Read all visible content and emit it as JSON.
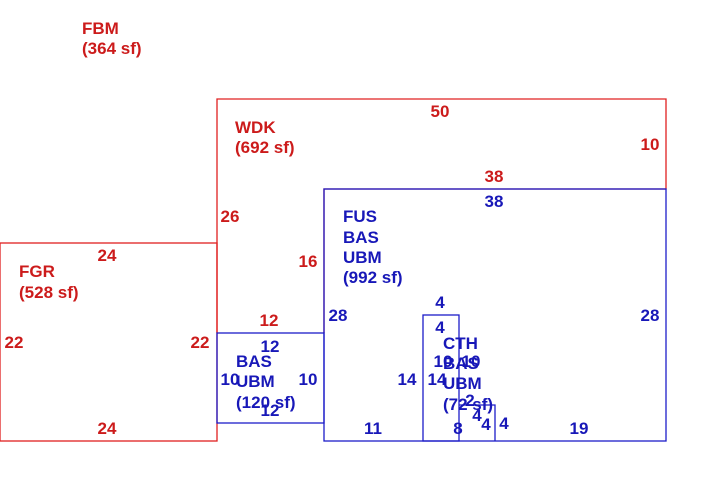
{
  "colors": {
    "red": "#cc1b1b",
    "blue": "#1818b8"
  },
  "areas": {
    "fbm": {
      "l1": "FBM",
      "l2": "(364 sf)"
    },
    "wdk": {
      "l1": "WDK",
      "l2": "(692 sf)"
    },
    "fgr": {
      "l1": "FGR",
      "l2": "(528 sf)"
    },
    "fus": {
      "l1": "FUS",
      "l2": "BAS",
      "l3": "UBM",
      "l4": "(992 sf)"
    },
    "bas": {
      "l1": "BAS",
      "l2": "UBM",
      "l3": "(120 sf)"
    },
    "cth": {
      "l1": "CTH",
      "l2": "BAS",
      "l3": "UBM",
      "l4": "(72 sf)"
    }
  },
  "dims": {
    "wdk_top": "50",
    "wdk_right": "10",
    "wdk_left": "26",
    "wdk_inner_left": "16",
    "red_38": "38",
    "red_12": "12",
    "fgr_top": "24",
    "fgr_bottom": "24",
    "fgr_left": "22",
    "fgr_right": "22",
    "blue_38": "38",
    "fus_left": "28",
    "fus_right": "28",
    "fus_bottom_11": "11",
    "fus_bottom_19": "19",
    "bas_top": "12",
    "bas_left": "10",
    "bas_right": "10",
    "bas_bottom": "12",
    "cth_4a": "4",
    "cth_4b": "4",
    "cth_14a": "14",
    "cth_14b": "14",
    "cth_10a": "10",
    "cth_10b": "10",
    "cth_2": "2",
    "cth_8": "8",
    "cth_4c": "4",
    "cth_4d": "4",
    "cth_4e": "4"
  }
}
